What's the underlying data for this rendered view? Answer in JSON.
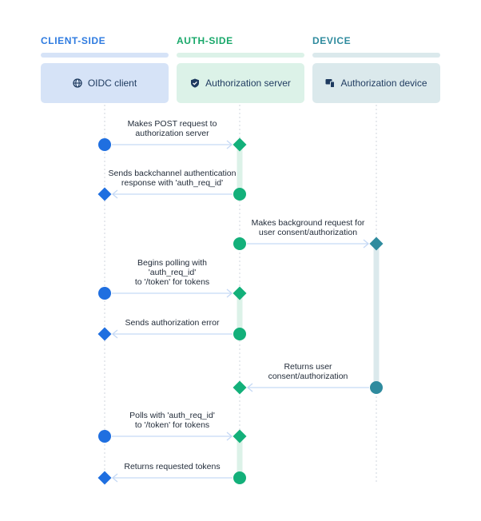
{
  "colors": {
    "client": "#1f6fe0",
    "auth": "#13b07a",
    "device": "#2f8b9e",
    "client_bar": "#d6e3f7",
    "auth_bar": "#dcf2e8",
    "device_bar": "#dbe9ec",
    "client_head": "#2e7be0",
    "auth_head": "#18a86a",
    "device_head": "#2f8b9e",
    "arrow": "#c5d9f5"
  },
  "lanes": {
    "client": {
      "heading": "CLIENT-SIDE",
      "actor": "OIDC client",
      "icon": "globe-icon"
    },
    "auth": {
      "heading": "AUTH-SIDE",
      "actor": "Authorization server",
      "icon": "shield-check-icon"
    },
    "device": {
      "heading": "DEVICE",
      "actor": "Authorization device",
      "icon": "devices-icon"
    }
  },
  "messages": [
    {
      "from": "client",
      "to": "auth",
      "label": [
        "Makes POST request to",
        "authorization server"
      ]
    },
    {
      "from": "auth",
      "to": "client",
      "label": [
        "Sends backchannel authentication",
        "response with 'auth_req_id'"
      ]
    },
    {
      "from": "auth",
      "to": "device",
      "label": [
        "Makes background request for",
        "user consent/authorization"
      ]
    },
    {
      "from": "client",
      "to": "auth",
      "label": [
        "Begins polling with",
        "'auth_req_id'",
        "to '/token' for tokens"
      ]
    },
    {
      "from": "auth",
      "to": "client",
      "label": [
        "Sends authorization error"
      ]
    },
    {
      "from": "device",
      "to": "auth",
      "label": [
        "Returns user",
        "consent/authorization"
      ]
    },
    {
      "from": "client",
      "to": "auth",
      "label": [
        "Polls with 'auth_req_id'",
        "to '/token' for tokens"
      ]
    },
    {
      "from": "auth",
      "to": "client",
      "label": [
        "Returns requested tokens"
      ]
    }
  ]
}
